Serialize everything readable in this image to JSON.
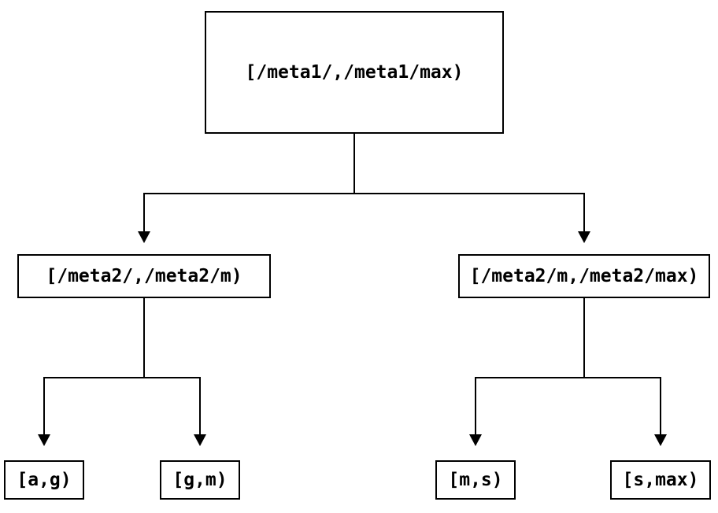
{
  "diagram": {
    "type": "tree",
    "description": "binary interval partition tree",
    "root": {
      "label": "[/meta1/,/meta1/max)"
    },
    "level1": [
      {
        "label": "[/meta2/,/meta2/m)"
      },
      {
        "label": "[/meta2/m,/meta2/max)"
      }
    ],
    "leaves": [
      {
        "label": "[a,g)"
      },
      {
        "label": "[g,m)"
      },
      {
        "label": "[m,s)"
      },
      {
        "label": "[s,max)"
      }
    ],
    "edges": [
      {
        "from": "[/meta1/,/meta1/max)",
        "to": "[/meta2/,/meta2/m)"
      },
      {
        "from": "[/meta1/,/meta1/max)",
        "to": "[/meta2/m,/meta2/max)"
      },
      {
        "from": "[/meta2/,/meta2/m)",
        "to": "[a,g)"
      },
      {
        "from": "[/meta2/,/meta2/m)",
        "to": "[g,m)"
      },
      {
        "from": "[/meta2/m,/meta2/max)",
        "to": "[m,s)"
      },
      {
        "from": "[/meta2/m,/meta2/max)",
        "to": "[s,max)"
      }
    ],
    "colors": {
      "background": "#ffffff",
      "line": "#000000",
      "box_border": "#000000",
      "text": "#000000"
    }
  }
}
